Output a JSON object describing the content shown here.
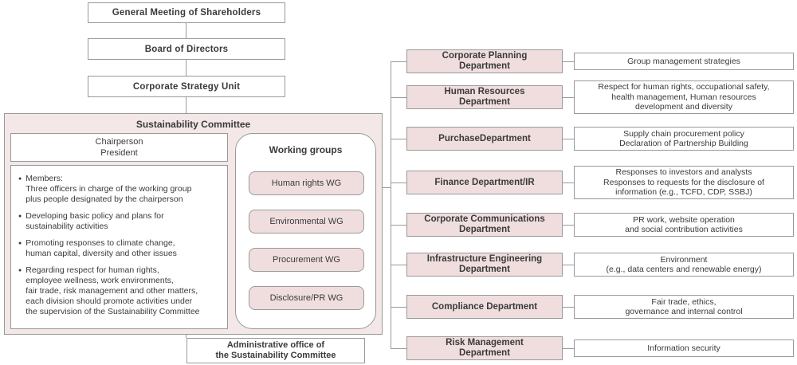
{
  "colors": {
    "panel_pink": "#f3e7e7",
    "box_pink": "#f0dede",
    "border": "#999999",
    "text": "#3a3a3a"
  },
  "icons": {
    "bullet": "●"
  },
  "hierarchy": [
    "General Meeting of Shareholders",
    "Board of Directors",
    "Corporate Strategy Unit"
  ],
  "committee": {
    "title": "Sustainability Committee",
    "chair": "Chairperson\nPresident",
    "bullets": [
      "Members:\nThree officers in charge of the working group\nplus people designated by the chairperson",
      "Developing basic policy and plans for\nsustainability activities",
      "Promoting responses to climate change,\nhuman capital, diversity and other issues",
      "Regarding respect for human rights,\nemployee wellness, work environments,\nfair trade, risk management and other matters,\neach division should promote activities under\nthe supervision of the Sustainability Committee"
    ],
    "working_groups": {
      "title": "Working groups",
      "items": [
        "Human rights WG",
        "Environmental WG",
        "Procurement WG",
        "Disclosure/PR WG"
      ]
    }
  },
  "admin_office": "Administrative office of\nthe Sustainability Committee",
  "departments": [
    {
      "name": "Corporate Planning\nDepartment",
      "desc": "Group management strategies"
    },
    {
      "name": "Human Resources\nDepartment",
      "desc": "Respect for human rights, occupational safety,\nhealth management, Human resources\ndevelopment and diversity"
    },
    {
      "name": "PurchaseDepartment",
      "desc": "Supply chain procurement policy\nDeclaration of Partnership Building"
    },
    {
      "name": "Finance Department/IR",
      "desc": "Responses to investors and analysts\nResponses to requests for the disclosure of\ninformation (e.g., TCFD, CDP, SSBJ)"
    },
    {
      "name": "Corporate Communications\nDepartment",
      "desc": "PR work, website operation\nand social contribution activities"
    },
    {
      "name": "Infrastructure Engineering\nDepartment",
      "desc": "Environment\n(e.g., data centers and renewable energy)"
    },
    {
      "name": "Compliance Department",
      "desc": "Fair trade, ethics,\ngovernance and internal control"
    },
    {
      "name": "Risk Management\nDepartment",
      "desc": "Information security"
    }
  ]
}
